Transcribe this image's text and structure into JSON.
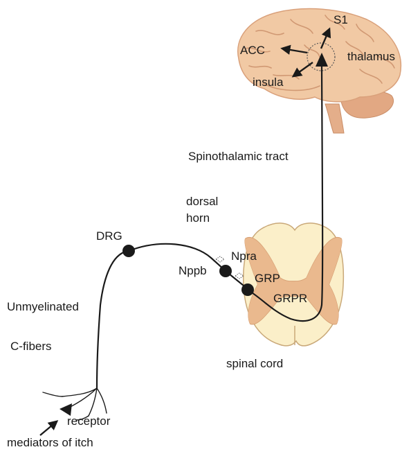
{
  "labels": {
    "s1": "S1",
    "acc": "ACC",
    "thalamus": "thalamus",
    "insula": "insula",
    "spinothalamic_tract": "Spinothalamic tract",
    "dorsal_horn_line1": "dorsal",
    "dorsal_horn_line2": "horn",
    "drg": "DRG",
    "npra": "Npra",
    "nppb": "Nppb",
    "grp": "GRP",
    "grpr": "GRPR",
    "unmyelinated": "Unmyelinated",
    "c_fibers": "C-fibers",
    "spinal_cord": "spinal cord",
    "receptor": "receptor",
    "mediators_of_itch": "mediators of itch"
  },
  "colors": {
    "brain_fill": "#f1c9a4",
    "brain_shadow": "#d9a07a",
    "brain_fold": "#c98d67",
    "cord_white_matter": "#fbefc9",
    "cord_gray_matter": "#eab98e",
    "cord_outline": "#c9a878",
    "fiber": "#1a1a1a"
  }
}
